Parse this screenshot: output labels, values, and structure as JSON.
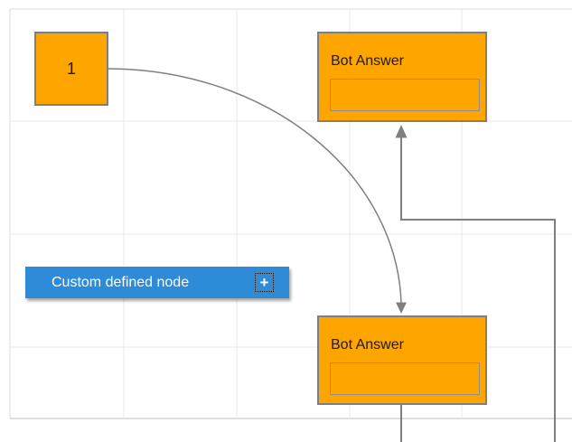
{
  "colors": {
    "node_fill": "#FFA500",
    "node_border": "#7F7F7F",
    "custom_node_fill": "#2E8BD8",
    "connector": "#7F7F7F",
    "grid_line": "#E9E9E9",
    "canvas_border": "#DEDEDE"
  },
  "nodes": {
    "start": {
      "label": "1"
    },
    "bot_answer_top": {
      "title": "Bot Answer",
      "input_value": ""
    },
    "bot_answer_bottom": {
      "title": "Bot Answer",
      "input_value": ""
    },
    "custom": {
      "label": "Custom defined node",
      "add_button_glyph": "+"
    }
  }
}
